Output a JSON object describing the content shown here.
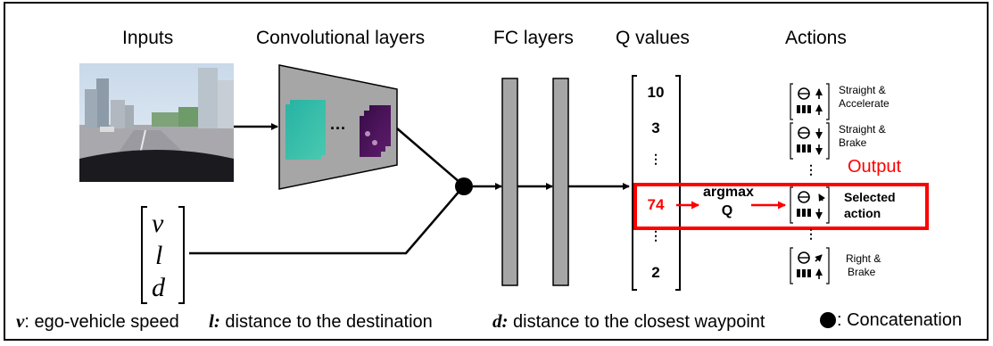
{
  "headers": {
    "inputs": "Inputs",
    "conv": "Convolutional layers",
    "fc": "FC layers",
    "q": "Q values",
    "actions": "Actions"
  },
  "conv_ellipsis": "···",
  "state_vector": {
    "v": "v",
    "l": "l",
    "d": "d"
  },
  "q_values": {
    "top": "10",
    "second": "3",
    "selected": "74",
    "bottom": "2",
    "ellipsis": "⋮"
  },
  "argmax": {
    "line1": "argmax",
    "line2": "Q"
  },
  "output_label": "Output",
  "actions": {
    "a1": {
      "line1": "Straight &",
      "line2": "Accelerate"
    },
    "a2": {
      "line1": "Straight &",
      "line2": "Brake"
    },
    "selected": {
      "line1": "Selected",
      "line2": "action"
    },
    "last": {
      "line1": "Right &",
      "line2": "Brake"
    },
    "ellipsis": "⋮"
  },
  "legend": {
    "v_sym": "v",
    "v_text": ": ego-vehicle speed",
    "l_sym": "l:",
    "l_text": " distance to the destination",
    "d_sym": "d:",
    "d_text": " distance to the closest waypoint",
    "concat_text": ": Concatenation"
  },
  "colors": {
    "highlight": "#ff0000",
    "layer_fill": "#a6a6a6",
    "concat_dot": "#000000"
  }
}
